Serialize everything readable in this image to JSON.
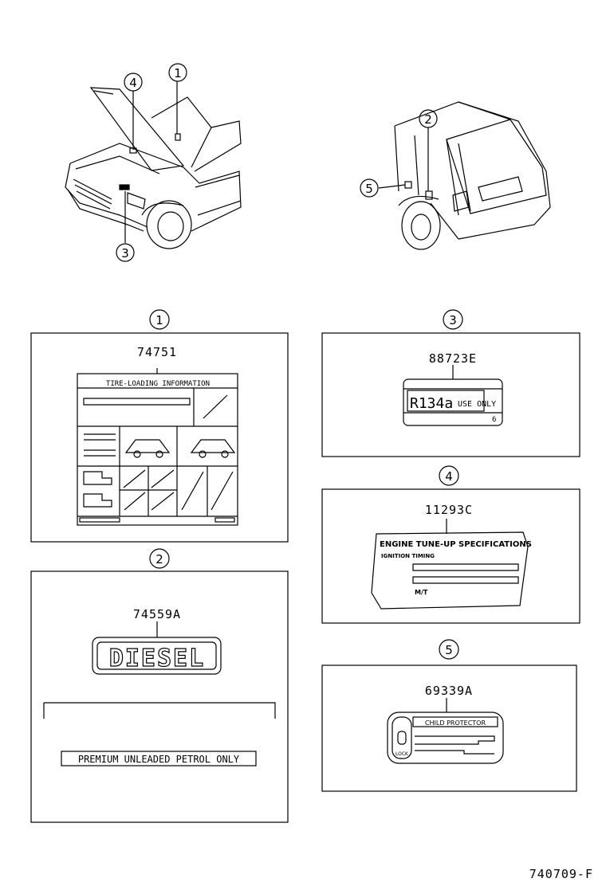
{
  "callouts": {
    "c1": "1",
    "c2": "2",
    "c3": "3",
    "c4": "4",
    "c5": "5"
  },
  "panels": {
    "p1": {
      "part_no": "74751",
      "label_title": "TIRE-LOADING INFORMATION"
    },
    "p2": {
      "part_no": "74559A",
      "emblem": "DIESEL",
      "note": "PREMIUM UNLEADED PETROL ONLY"
    },
    "p3": {
      "part_no": "88723E",
      "refrigerant": "R134a",
      "use_text": "USE ONLY",
      "corner": "6"
    },
    "p4": {
      "part_no": "11293C",
      "spec_title": "ENGINE TUNE-UP SPECIFICATIONS",
      "spec_sub": "IGNITION TIMING",
      "mt": "M/T"
    },
    "p5": {
      "part_no": "69339A",
      "title": "CHILD PROTECTOR",
      "lock": "LOCK"
    }
  },
  "footer": {
    "code": "740709-F"
  }
}
